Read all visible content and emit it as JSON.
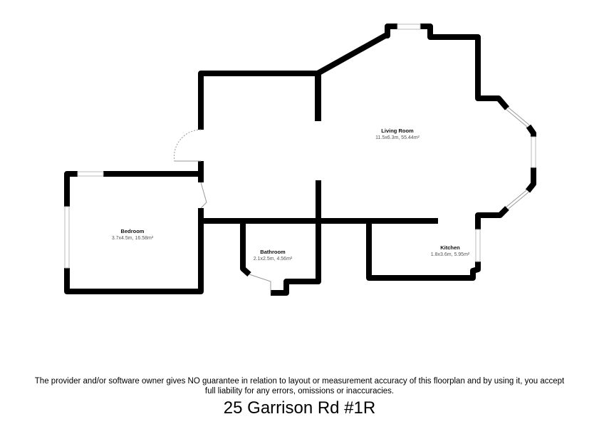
{
  "floorplan": {
    "rooms": [
      {
        "id": "living-room",
        "name": "Living Room",
        "dims": "11.5x6.3m, 55.44m²"
      },
      {
        "id": "bedroom",
        "name": "Bedroom",
        "dims": "3.7x4.5m, 16.58m²"
      },
      {
        "id": "bathroom",
        "name": "Bathroom",
        "dims": "2.1x2.5m, 4.56m²"
      },
      {
        "id": "kitchen",
        "name": "Kitchen",
        "dims": "1.8x3.6m, 5.95m²"
      }
    ],
    "colors": {
      "wall": "#000000",
      "window": "#ffffff",
      "window_edge": "#bbbbbb",
      "door_swing": "#999999"
    }
  },
  "footer": {
    "disclaimer_line1": "The provider and/or software owner gives NO guarantee in relation to layout or measurement accuracy of this floorplan and by using it, you accept",
    "disclaimer_line2": "full liability for any errors, omissions or inaccuracies.",
    "address": "25 Garrison Rd #1R"
  }
}
